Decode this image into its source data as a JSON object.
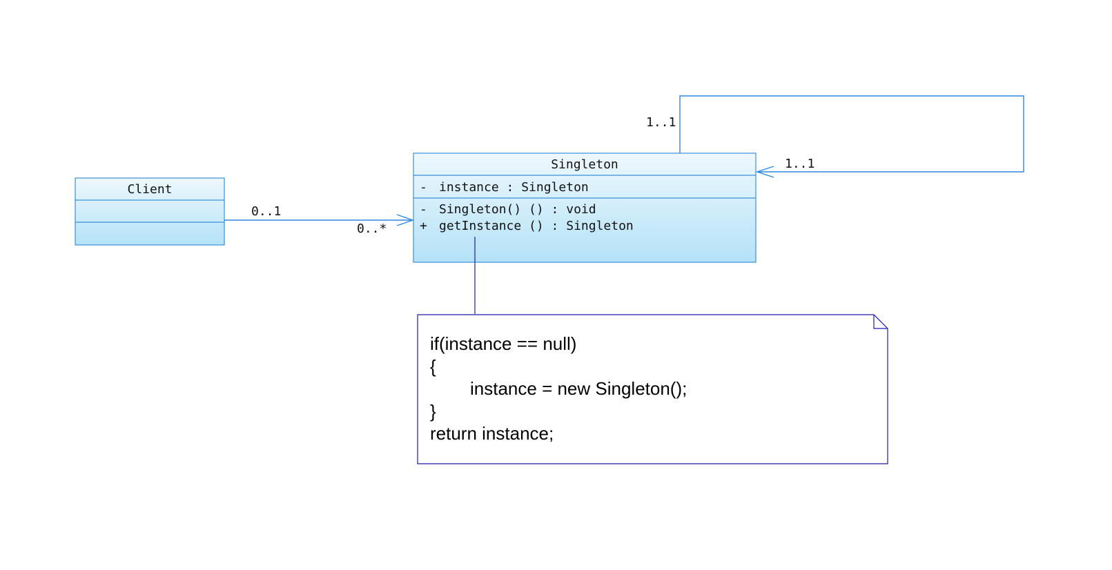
{
  "colors": {
    "class_border": "#3a8fd9",
    "class_fill_top": "#eef8fd",
    "class_fill_bottom": "#b4e2f7",
    "association_line": "#2f86e0",
    "note_border": "#1a1ab0",
    "note_fill": "#ffffff"
  },
  "client": {
    "name": "Client"
  },
  "singleton": {
    "name": "Singleton",
    "attributes": [
      {
        "visibility": "-",
        "text": "instance  : Singleton"
      }
    ],
    "operations": [
      {
        "visibility": "-",
        "text": "Singleton() ()  : void"
      },
      {
        "visibility": "+",
        "text": "getInstance ()  : Singleton"
      }
    ]
  },
  "client_association": {
    "source_multiplicity": "0..1",
    "target_multiplicity": "0..*"
  },
  "self_association": {
    "source_multiplicity": "1..1",
    "target_multiplicity": "1..1"
  },
  "note": {
    "lines": [
      "if(instance == null)",
      "{",
      "instance = new Singleton();",
      "}",
      "return instance;"
    ]
  }
}
